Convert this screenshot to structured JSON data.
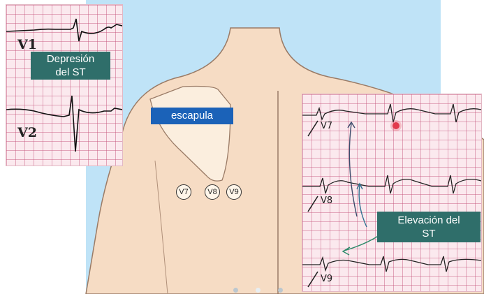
{
  "leads_left": {
    "v1": "V1",
    "v2": "V2"
  },
  "labels": {
    "depression_line1": "Depresión",
    "depression_line2": "del ST",
    "scapula": "escapula",
    "elevation_line1": "Elevación del",
    "elevation_line2": "ST"
  },
  "electrodes": {
    "v7": "V7",
    "v8": "V8",
    "v9": "V9"
  },
  "leads_right": {
    "v7": "V7",
    "v8": "V8",
    "v9": "V9"
  },
  "colors": {
    "background_blue": "#bfe3f7",
    "skin": "#f6dcc4",
    "scapula": "#fbeede",
    "ecg_paper": "#fbe9ee",
    "label_teal": "#2f6e6a",
    "label_blue": "#1b62b8"
  }
}
